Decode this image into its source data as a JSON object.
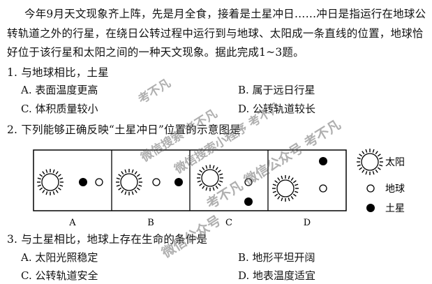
{
  "passage": {
    "line1": "今年9月天文现象齐上阵，先是月全食，接着是土星冲日……冲日是指运行在地球公",
    "line2": "转轨道之外的行星，在绕日公转过程中运行到与地球、太阳成一条直线的位置，地球恰",
    "line3": "好位于该行星和太阳之间的一种天文现象。据此完成1~3题。"
  },
  "q1": {
    "stem": "1. 与地球相比，土星",
    "A": "A. 表面温度更高",
    "B": "B. 属于远日行星",
    "C": "C. 体积质量较小",
    "D": "D. 公转轨道较长"
  },
  "q2": {
    "stem": "2. 下列能够正确反映“土星冲日”位置的示意图是",
    "panels": [
      "A",
      "B",
      "C",
      "D"
    ]
  },
  "legend": {
    "sun": "太阳",
    "earth": "地球",
    "saturn": "土星"
  },
  "q3": {
    "stem": "3. 与土星相比，地球上存在生命的条件是",
    "A": "A. 太阳光照稳定",
    "B": "B. 地形平坦开阔",
    "C": "C. 公转轨道安全",
    "D": "D. 地表温度适宜"
  },
  "watermarks": [
    "考不凡",
    "微信搜索 考不凡",
    "微信搜索小程序 考不凡",
    "考不凡 微信公众号 考不凡",
    "微信公众号"
  ]
}
